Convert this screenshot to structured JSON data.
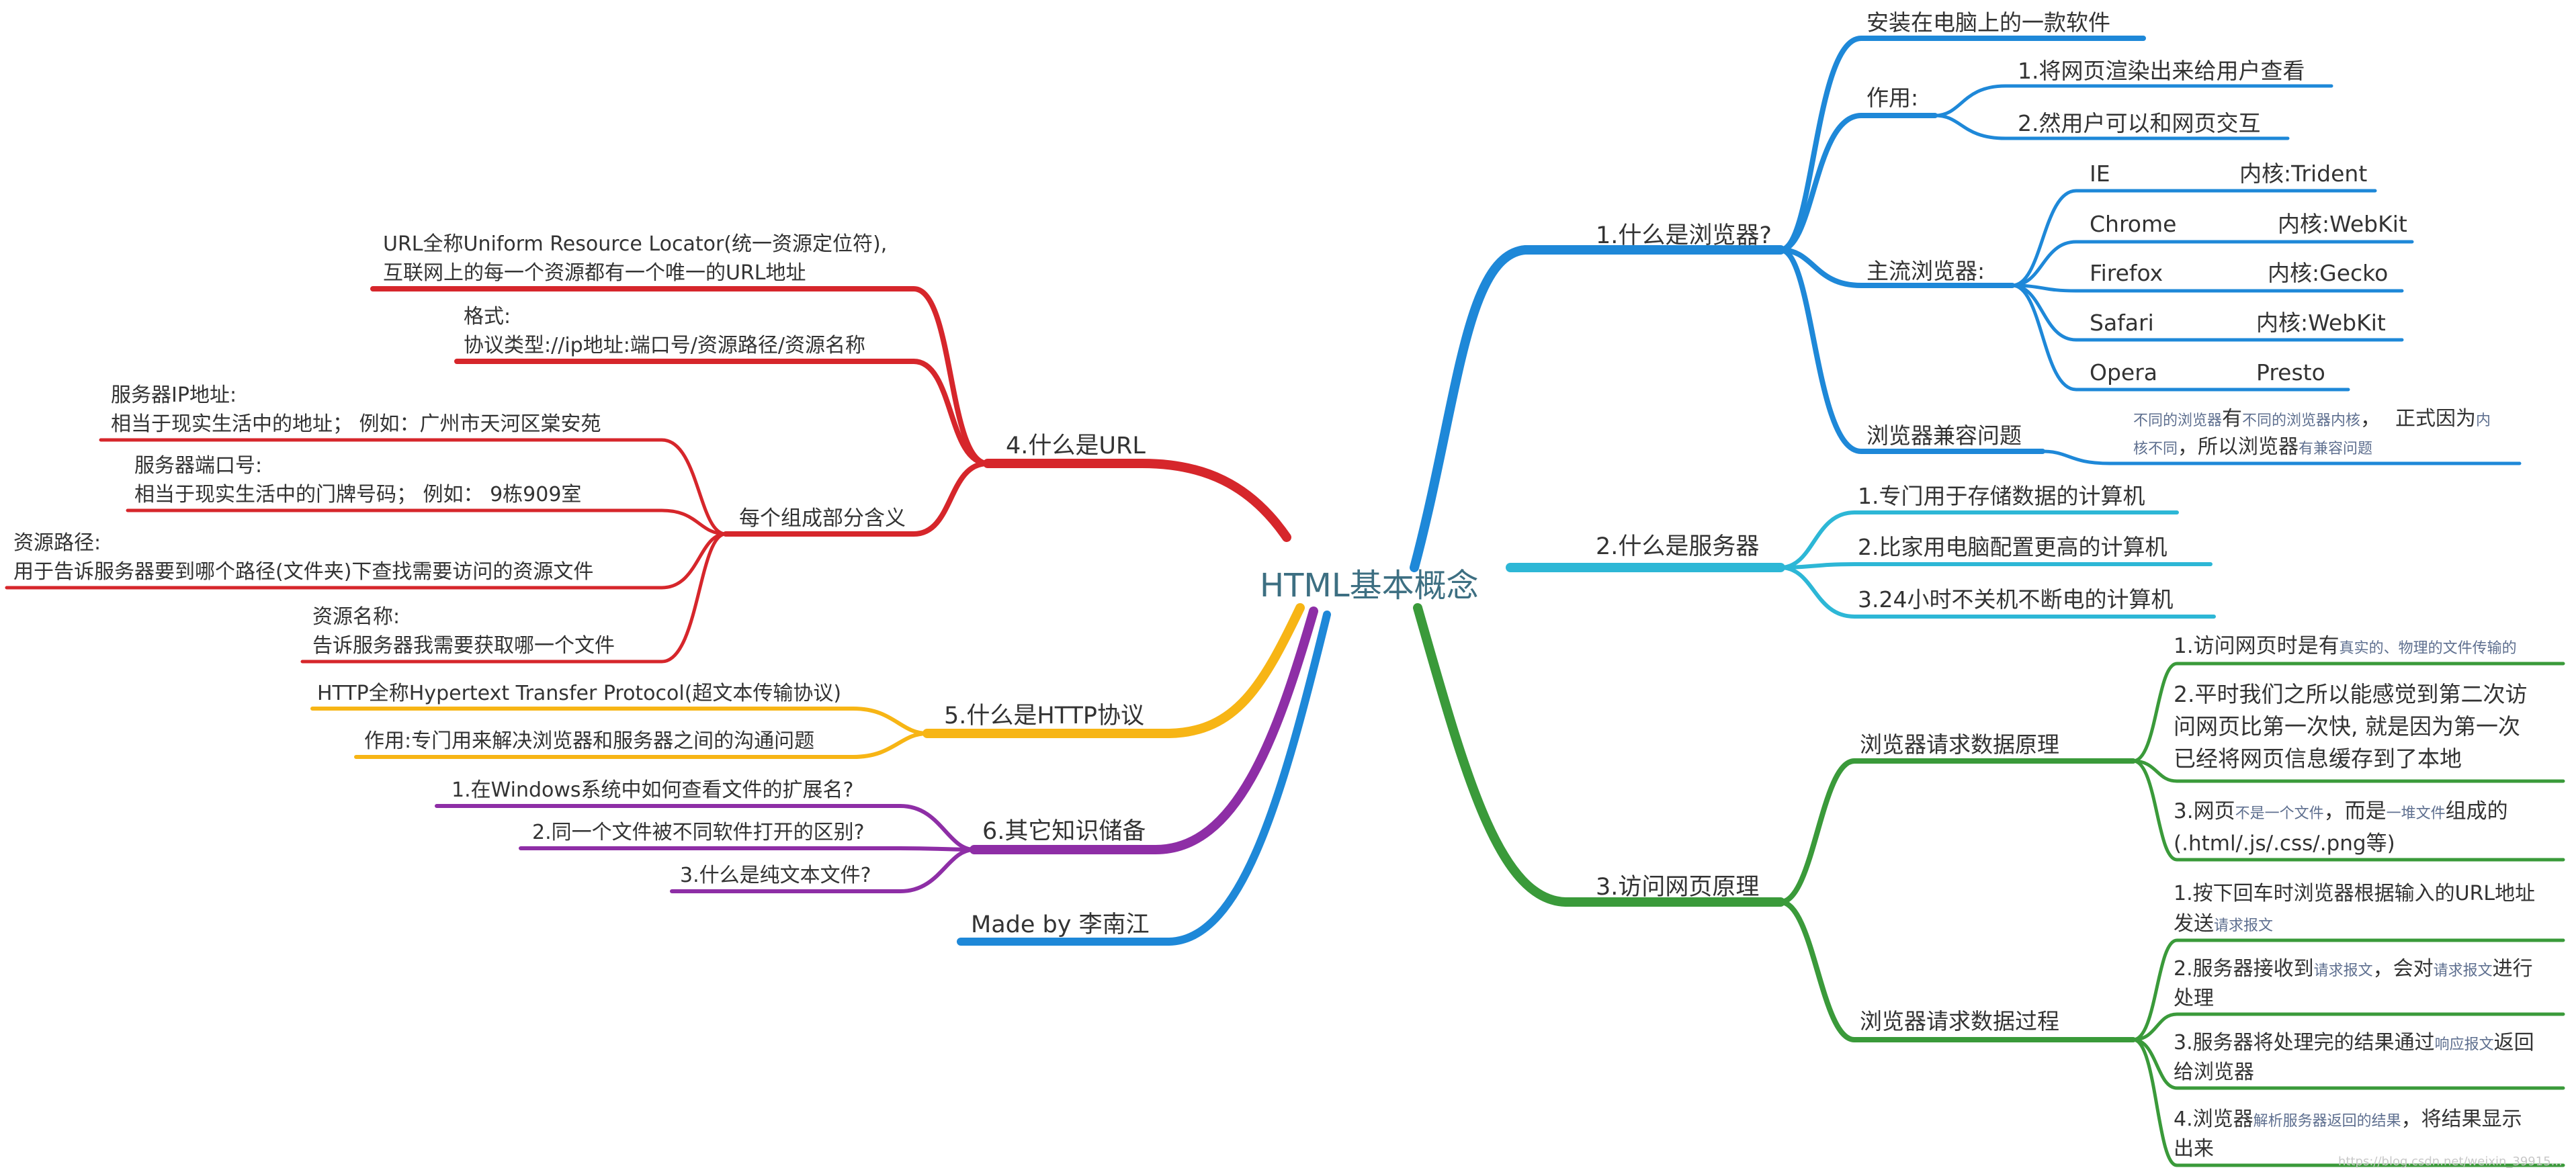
{
  "root": {
    "title": "HTML基本概念"
  },
  "colors": {
    "browser": "#1e88d8",
    "server": "#2db7d6",
    "visit": "#3a9a3a",
    "url": "#d6262b",
    "http": "#f7b515",
    "other": "#8e2ea6",
    "credit": "#1e88d8"
  },
  "browser": {
    "title": "1.什么是浏览器?",
    "install": "安装在电脑上的一款软件",
    "role": {
      "label": "作用:",
      "items": [
        "1.将网页渲染出来给用户查看",
        "2.然用户可以和网页交互"
      ]
    },
    "mainstream": {
      "label": "主流浏览器:",
      "items": [
        {
          "name": "IE",
          "kernel": "内核:Trident"
        },
        {
          "name": "Chrome",
          "kernel": "内核:WebKit"
        },
        {
          "name": "Firefox",
          "kernel": "内核:Gecko"
        },
        {
          "name": "Safari",
          "kernel": "内核:WebKit"
        },
        {
          "name": "Opera",
          "kernel": "Presto"
        }
      ]
    },
    "compat": {
      "label": "浏览器兼容问题",
      "note_parts": [
        "不同的浏览器",
        "有",
        "不同的浏览器内核",
        "，",
        "正式因为",
        "内",
        "核不同",
        "，所以浏览器",
        "有兼容问题"
      ]
    }
  },
  "server": {
    "title": "2.什么是服务器",
    "items": [
      "1.专门用于存储数据的计算机",
      "2.比家用电脑配置更高的计算机",
      "3.24小时不关机不断电的计算机"
    ]
  },
  "visit": {
    "title": "3.访问网页原理",
    "principle": {
      "label": "浏览器请求数据原理",
      "i1": {
        "a": "1.访问网页时是有",
        "b": "真实的、物理的文件传输的"
      },
      "i2": {
        "lines": [
          "2.平时我们之所以能感觉到第二次访",
          "问网页比第一次快, 就是因为第一次",
          "已经将网页信息缓存到了本地"
        ]
      },
      "i3": {
        "a": "3.网页",
        "b": "不是一个文件",
        "c": "，而是",
        "d": "一堆文件",
        "e": "组成的",
        "line2": "(.html/.js/.css/.png等)"
      }
    },
    "process": {
      "label": "浏览器请求数据过程",
      "p1": {
        "line1": "1.按下回车时浏览器根据输入的URL地址",
        "line2a": "发送",
        "line2b": "请求报文"
      },
      "p2": {
        "a": "2.服务器接收到",
        "b": "请求报文",
        "c": "，会对",
        "d": "请求报文",
        "e": "进行",
        "line2": "处理"
      },
      "p3": {
        "a": "3.服务器将处理完的结果通过",
        "b": "响应报文",
        "c": "返回",
        "line2": "给浏览器"
      },
      "p4": {
        "a": "4.浏览器",
        "b": "解析服务器返回的结果",
        "c": "，将结果显示",
        "line2": "出来"
      }
    }
  },
  "url": {
    "title": "4.什么是URL",
    "def": [
      "URL全称Uniform Resource Locator(统一资源定位符),",
      "互联网上的每一个资源都有一个唯一的URL地址"
    ],
    "format": [
      "格式:",
      "协议类型://ip地址:端口号/资源路径/资源名称"
    ],
    "parts": {
      "label": "每个组成部分含义",
      "ip": [
        "服务器IP地址:",
        "相当于现实生活中的地址；  例如：广州市天河区棠安苑"
      ],
      "port": [
        "服务器端口号:",
        "相当于现实生活中的门牌号码；  例如：  9栋909室"
      ],
      "path": [
        "资源路径:",
        "用于告诉服务器要到哪个路径(文件夹)下查找需要访问的资源文件"
      ],
      "name": [
        "资源名称:",
        "告诉服务器我需要获取哪一个文件"
      ]
    }
  },
  "http": {
    "title": "5.什么是HTTP协议",
    "items": [
      "HTTP全称Hypertext Transfer Protocol(超文本传输协议)",
      "作用:专门用来解决浏览器和服务器之间的沟通问题"
    ]
  },
  "other": {
    "title": "6.其它知识储备",
    "items": [
      "1.在Windows系统中如何查看文件的扩展名?",
      "2.同一个文件被不同软件打开的区别?",
      "3.什么是纯文本文件?"
    ]
  },
  "credit": {
    "text": "Made by 李南江"
  },
  "watermark": {
    "text": "https://blog.csdn.net/weixin_39915..."
  }
}
